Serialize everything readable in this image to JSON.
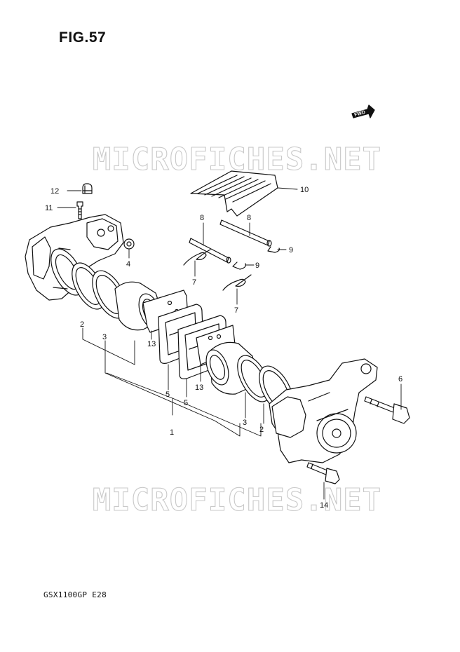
{
  "figure": {
    "title": "FIG.57",
    "model_code": "GSX1100GP  E28"
  },
  "watermark": {
    "text": "MICROFICHES.NET"
  },
  "fwd_badge": {
    "text": "FWD",
    "icon": "forward-arrow-icon"
  },
  "callouts": [
    {
      "id": "c12",
      "text": "12"
    },
    {
      "id": "c11",
      "text": "11"
    },
    {
      "id": "c4",
      "text": "4"
    },
    {
      "id": "c2a",
      "text": "2"
    },
    {
      "id": "c3a",
      "text": "3"
    },
    {
      "id": "c13a",
      "text": "13"
    },
    {
      "id": "c5a",
      "text": "5"
    },
    {
      "id": "c5b",
      "text": "5"
    },
    {
      "id": "c13b",
      "text": "13"
    },
    {
      "id": "c1",
      "text": "1"
    },
    {
      "id": "c8a",
      "text": "8"
    },
    {
      "id": "c8b",
      "text": "8"
    },
    {
      "id": "c7a",
      "text": "7"
    },
    {
      "id": "c7b",
      "text": "7"
    },
    {
      "id": "c9a",
      "text": "9"
    },
    {
      "id": "c9b",
      "text": "9"
    },
    {
      "id": "c10",
      "text": "10"
    },
    {
      "id": "c6",
      "text": "6"
    },
    {
      "id": "c3b",
      "text": "3"
    },
    {
      "id": "c2b",
      "text": "2"
    },
    {
      "id": "c14",
      "text": "14"
    }
  ]
}
